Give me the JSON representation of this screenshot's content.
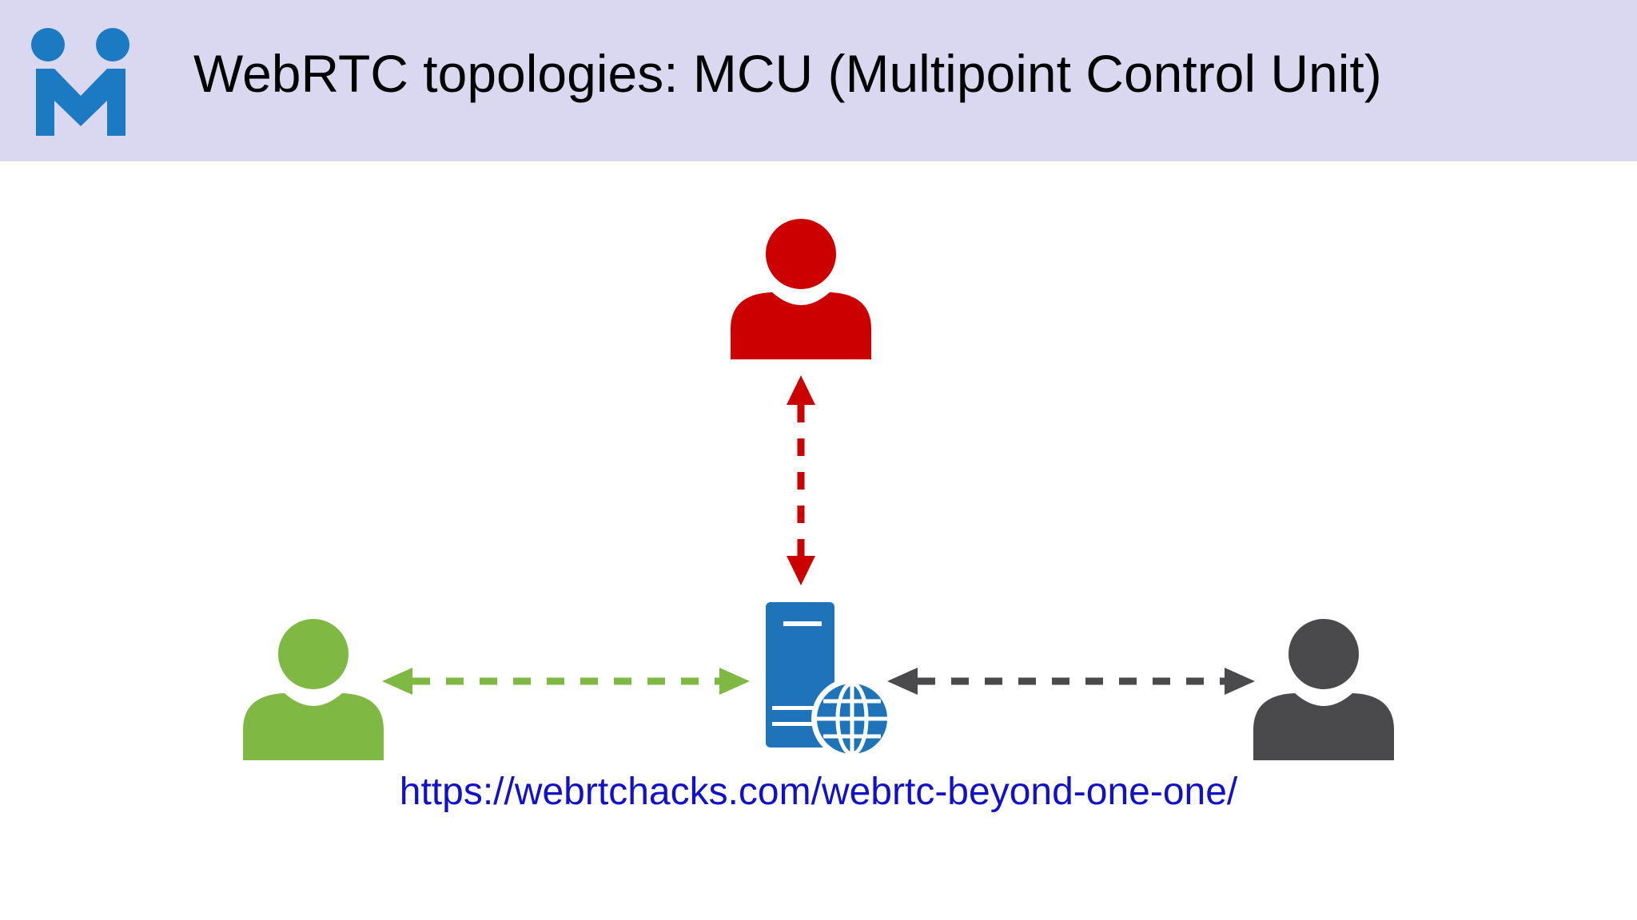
{
  "header": {
    "title": "WebRTC topologies: MCU (Multipoint Control Unit)",
    "background": "#d9d8f0",
    "logo_icon": "organization-logo-icon",
    "logo_color": "#1b7ac2"
  },
  "diagram": {
    "nodes": [
      {
        "role": "participant",
        "icon": "user-icon",
        "color": "#cc0000"
      },
      {
        "role": "participant",
        "icon": "user-icon",
        "color": "#7fb943"
      },
      {
        "role": "participant",
        "icon": "user-icon",
        "color": "#4a494c"
      },
      {
        "role": "server",
        "icon": "web-server-icon",
        "color": "#1f73b8"
      }
    ],
    "links": [
      {
        "from": "red-user",
        "to": "server",
        "style": "dashed",
        "direction": "bidirectional",
        "color": "#cc0000"
      },
      {
        "from": "green-user",
        "to": "server",
        "style": "dashed",
        "direction": "bidirectional",
        "color": "#7fb943"
      },
      {
        "from": "server",
        "to": "gray-user",
        "style": "dashed",
        "direction": "bidirectional",
        "color": "#4a494c"
      }
    ]
  },
  "footer": {
    "link_text": "https://webrtchacks.com/webrtc-beyond-one-one/",
    "link_color": "#1111cc"
  }
}
